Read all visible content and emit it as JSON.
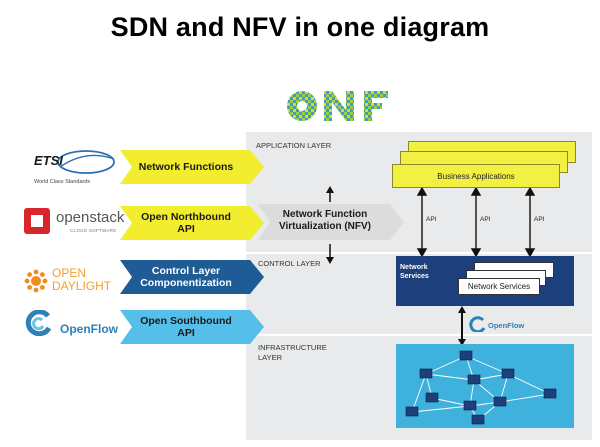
{
  "title": "SDN and NFV in one diagram",
  "logos": {
    "etsi_name": "ETSI",
    "etsi_tagline": "World Class Standards",
    "openstack_name": "openstack",
    "openstack_tagline": "CLOUD SOFTWARE",
    "opendaylight_line1": "OPEN",
    "opendaylight_line2": "DAYLIGHT",
    "openflow_name": "OpenFlow",
    "onf_letters": "ONF"
  },
  "arrows": [
    {
      "label": "Network Functions",
      "color": "#f2ee2f",
      "text_color": "#1a1a1a"
    },
    {
      "label": "Open Northbound\nAPI",
      "color": "#f2ee2f",
      "text_color": "#1a1a1a"
    },
    {
      "label": "Network Function\nVirtualization (NFV)",
      "color": "#dcdcdc",
      "text_color": "#1a1a1a"
    },
    {
      "label": "Control Layer\nComponentization",
      "color": "#1f5b95",
      "text_color": "#ffffff"
    },
    {
      "label": "Open Southbound\nAPI",
      "color": "#56bfe9",
      "text_color": "#1a1a1a"
    }
  ],
  "layers": {
    "application": "APPLICATION LAYER",
    "control": "CONTROL LAYER",
    "infrastructure_line1": "INFRASTRUCTURE",
    "infrastructure_line2": "LAYER"
  },
  "app_layer": {
    "business_apps_label": "Business Applications",
    "api_labels": [
      "API",
      "API",
      "API"
    ]
  },
  "control_layer": {
    "network_services_title_line1": "Network",
    "network_services_title_line2": "Services",
    "network_services_card": "Network Services"
  },
  "openflow_badge": "OpenFlow",
  "colors": {
    "yellow": "#f2ee2f",
    "navy": "#1d3f7c",
    "infra_blue": "#3fb1dd",
    "panel_grey": "#e9eaeb"
  }
}
